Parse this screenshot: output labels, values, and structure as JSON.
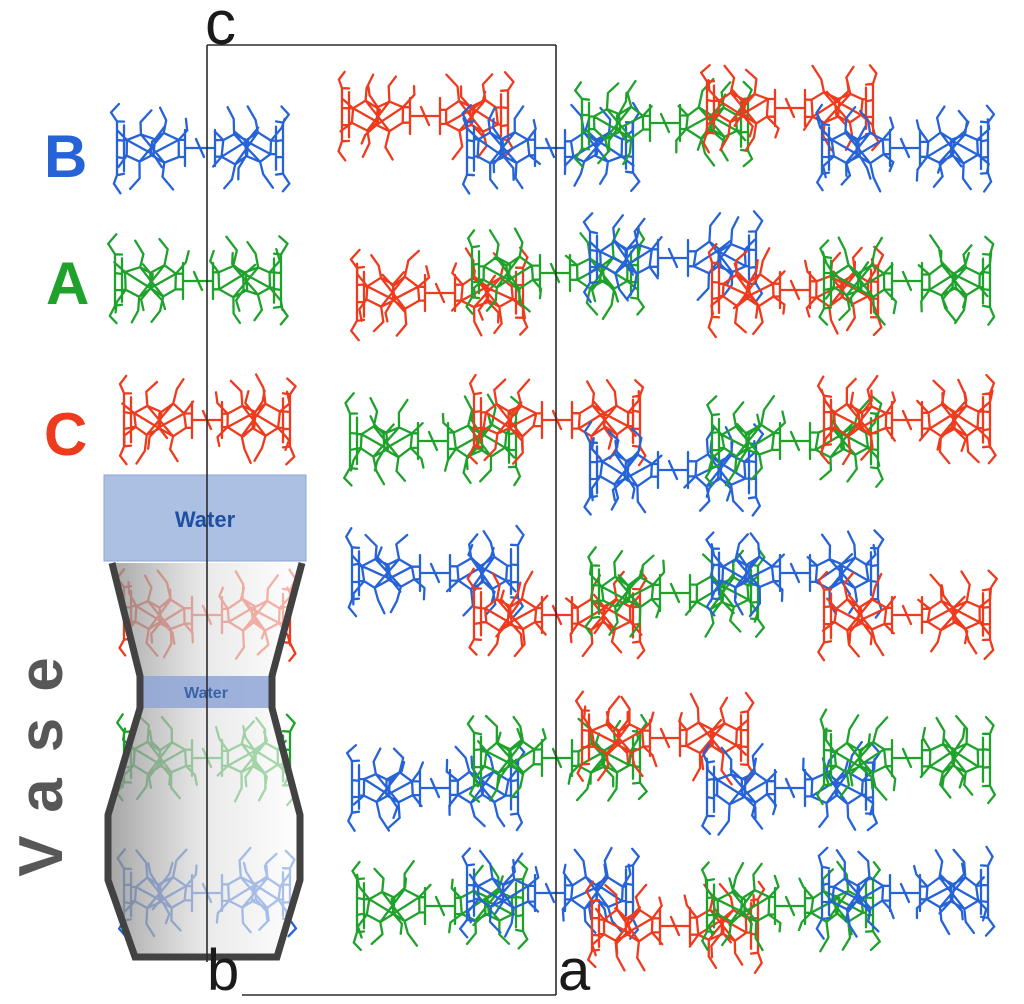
{
  "layers": [
    {
      "label": "B",
      "color": "#2563d6"
    },
    {
      "label": "A",
      "color": "#1fa22b"
    },
    {
      "label": "C",
      "color": "#ee3a1d"
    }
  ],
  "vase": {
    "label": "Vase",
    "water_top_label": "Water",
    "water_neck_label": "Water",
    "outline_color": "#424242"
  },
  "unit_cell": {
    "axis_c": "c",
    "axis_b": "b",
    "axis_a": "a",
    "line_color": "#2b2b2b"
  }
}
